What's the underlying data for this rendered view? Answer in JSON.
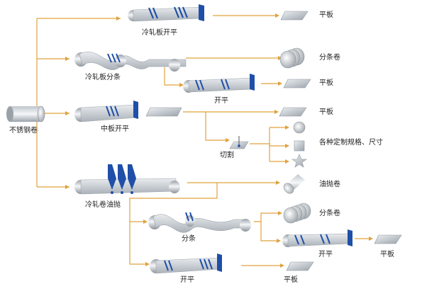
{
  "colors": {
    "connector": "#e0a23c",
    "metal_light": "#f1f3f5",
    "metal_mid": "#c7ccd2",
    "metal_dark": "#8e969e",
    "blue_accent": "#1f4fa8",
    "text": "#222222"
  },
  "labels": {
    "source_coil": "不锈钢卷",
    "cr_flatten": "冷轧板开平",
    "cr_flatten_out": "平板",
    "cr_slit": "冷轧板分条",
    "cr_slit_out": "分条卷",
    "cr_slit_flatten": "开平",
    "cr_slit_flatten_out": "平板",
    "mid_flatten": "中板开平",
    "mid_flatten_out": "平板",
    "cutting": "切割",
    "custom_specs": "各种定制规格、尺寸",
    "cr_polish": "冷轧卷油抛",
    "polished_coil": "油抛卷",
    "polish_slit": "分条",
    "polish_slit_out": "分条卷",
    "polish_slit_flatten": "开平",
    "polish_slit_flatten_out": "平板",
    "polish_flatten": "开平",
    "polish_flatten_out": "平板"
  }
}
